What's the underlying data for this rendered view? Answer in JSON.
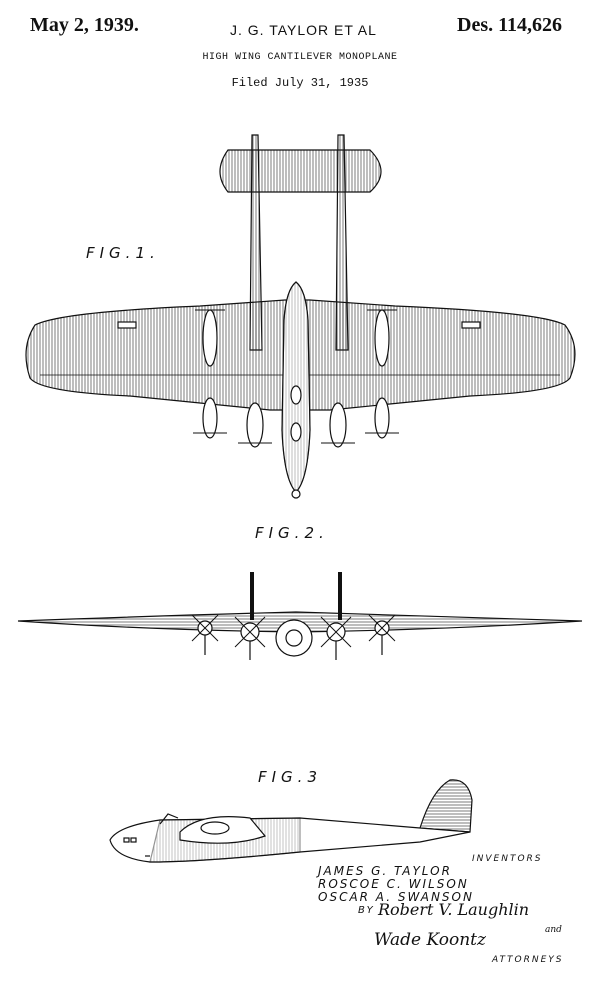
{
  "header": {
    "date": "May 2, 1939.",
    "inventor_short": "J. G. TAYLOR ET AL",
    "design_number": "Des. 114,626"
  },
  "title": "HIGH WING CANTILEVER MONOPLANE",
  "filed": "Filed July 31, 1935",
  "figures": {
    "fig1": "FIG.1.",
    "fig2": "FIG.2.",
    "fig3": "FIG.3"
  },
  "inventors": {
    "label": "INVENTORS",
    "names": [
      "JAMES G. TAYLOR",
      "ROSCOE C. WILSON",
      "OSCAR A. SWANSON"
    ],
    "by": "BY",
    "attorney_signatures": [
      "Robert V. Laughlin",
      "Wade Koontz"
    ],
    "and": "and",
    "attorneys_label": "ATTORNEYS"
  }
}
